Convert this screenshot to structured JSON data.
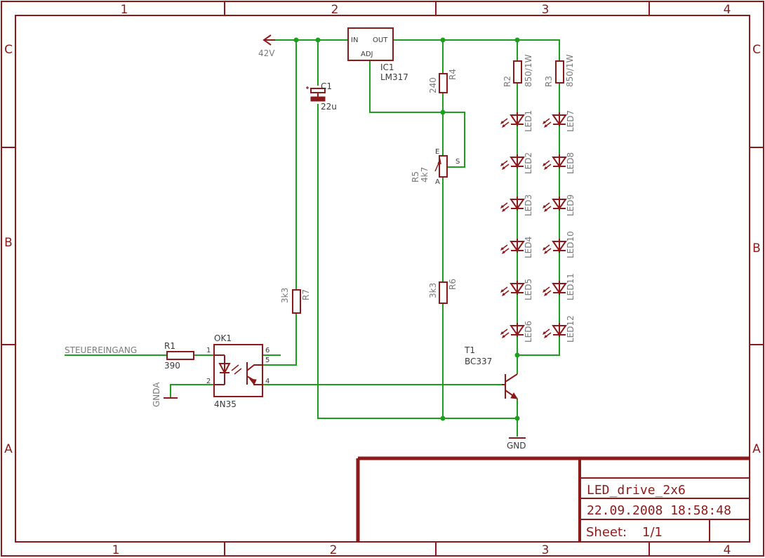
{
  "frame": {
    "columns": [
      "1",
      "2",
      "3",
      "4"
    ],
    "rows": [
      "C",
      "B",
      "A"
    ]
  },
  "title_block": {
    "title": "LED_drive_2x6",
    "date": "22.09.2008 18:58:48",
    "sheet_label": "Sheet:",
    "sheet_value": "1/1"
  },
  "supply": {
    "label": "42V"
  },
  "input": {
    "label": "STEUEREINGANG"
  },
  "components": {
    "ic1": {
      "name": "IC1",
      "value": "LM317",
      "pin_in": "IN",
      "pin_out": "OUT",
      "pin_adj": "ADJ"
    },
    "c1": {
      "name": "C1",
      "value": "22u"
    },
    "r1": {
      "name": "R1",
      "value": "390"
    },
    "r2": {
      "name": "R2",
      "value": "850/1W"
    },
    "r3": {
      "name": "R3",
      "value": "850/1W"
    },
    "r4": {
      "name": "R4",
      "value": "240"
    },
    "r5": {
      "name": "R5",
      "value": "4k7",
      "pin_e": "E",
      "pin_s": "S",
      "pin_a": "A"
    },
    "r6": {
      "name": "R6",
      "value": "3k3"
    },
    "r7": {
      "name": "R7",
      "value": "3k3"
    },
    "ok1": {
      "name": "OK1",
      "value": "4N35",
      "pins": [
        "1",
        "2",
        "6",
        "5",
        "4"
      ]
    },
    "t1": {
      "name": "T1",
      "value": "BC337"
    },
    "gnd": {
      "label": "GND"
    },
    "gnda": {
      "label": "GNDA"
    }
  },
  "leds_left": [
    "LED1",
    "LED2",
    "LED3",
    "LED4",
    "LED5",
    "LED6"
  ],
  "leds_right": [
    "LED7",
    "LED8",
    "LED9",
    "LED10",
    "LED11",
    "LED12"
  ]
}
